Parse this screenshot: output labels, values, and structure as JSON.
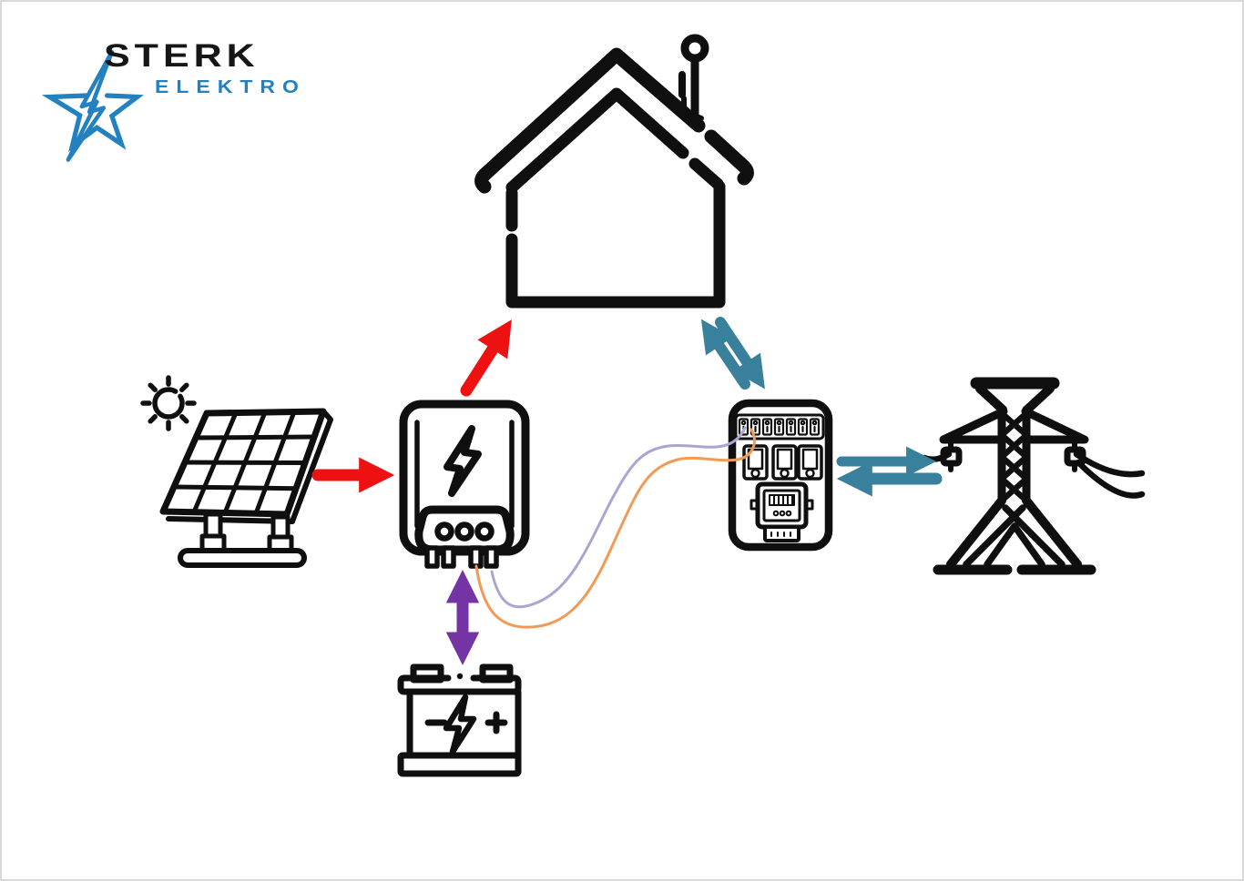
{
  "logo": {
    "title": "STERK",
    "subtitle": "ELEKTRO",
    "icon": "star-lightning-icon"
  },
  "colors": {
    "accent_red": "#ee1111",
    "accent_teal": "#38809b",
    "accent_purple": "#7434a4",
    "wire_orange": "#f09a55",
    "wire_lavender": "#aba6cf",
    "logo_blue": "#2381c0",
    "icon_black": "#0f0f0f",
    "canvas_border": "#d9d9d9"
  },
  "diagram": {
    "nodes": [
      {
        "id": "house",
        "icon": "house-icon"
      },
      {
        "id": "solar-panel",
        "icon": "solar-panel-icon"
      },
      {
        "id": "inverter",
        "icon": "inverter-icon"
      },
      {
        "id": "battery",
        "icon": "battery-icon"
      },
      {
        "id": "distribution-panel",
        "icon": "breaker-panel-meter-icon"
      },
      {
        "id": "power-grid",
        "icon": "transmission-tower-icon"
      }
    ],
    "connections": [
      {
        "from": "solar-panel",
        "to": "inverter",
        "style": "red-arrow",
        "direction": "one-way"
      },
      {
        "from": "inverter",
        "to": "house",
        "style": "red-arrow",
        "direction": "one-way"
      },
      {
        "from": "house",
        "to": "distribution-panel",
        "style": "teal-arrow",
        "direction": "two-way"
      },
      {
        "from": "distribution-panel",
        "to": "power-grid",
        "style": "teal-arrow",
        "direction": "two-way"
      },
      {
        "from": "inverter",
        "to": "battery",
        "style": "purple-arrow",
        "direction": "two-way"
      },
      {
        "from": "inverter",
        "to": "distribution-panel",
        "style": "orange-wire",
        "direction": "wire"
      },
      {
        "from": "inverter",
        "to": "distribution-panel",
        "style": "lavender-wire",
        "direction": "wire"
      }
    ]
  }
}
